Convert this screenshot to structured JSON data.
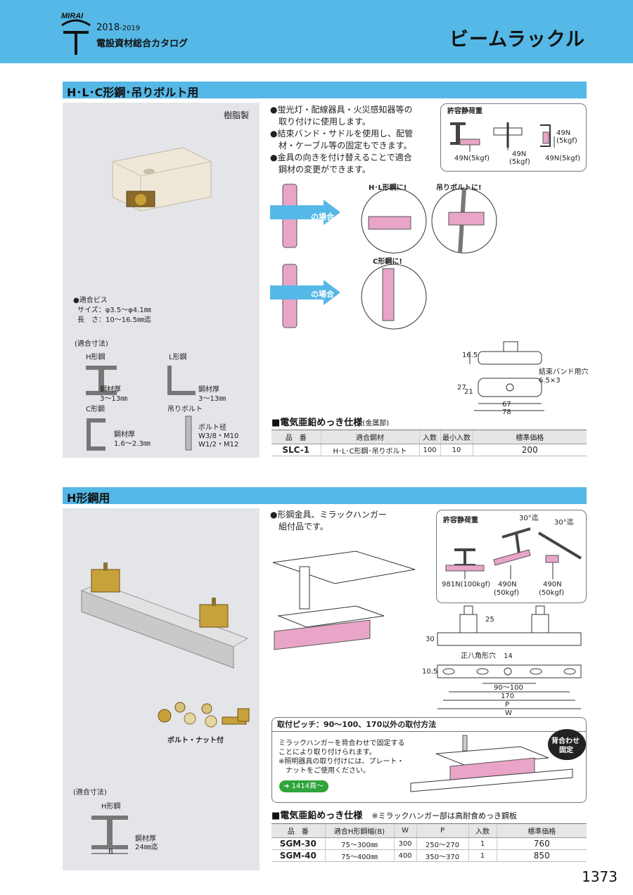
{
  "header": {
    "logo_text": "MIRAI",
    "year_main": "2018",
    "year_sub": "-2019",
    "catalog_name": "電設資材総合カタログ",
    "page_title": "ビームラックル"
  },
  "section1": {
    "title": "H･L･C形鋼･吊りボルト用",
    "material": "樹脂製",
    "features": [
      "●蛍光灯・配線器具・火災感知器等の",
      "　取り付けに使用します。",
      "●結束バンド・サドルを使用し、配管",
      "　材・ケーブル等の固定もできます。",
      "●金具の向きを付け替えることで適合",
      "　鋼材の変更ができます。"
    ],
    "load": {
      "title": "許容静荷重",
      "v1": "49N(5kgf)",
      "v2a": "49N",
      "v2b": "(5kgf)",
      "v3a": "49N",
      "v3b": "(5kgf)",
      "v4": "49N(5kgf)"
    },
    "usage": {
      "case_label": "の場合",
      "hl": "H･L形鋼に!",
      "bolt": "吊りボルトに!",
      "c": "C形鋼に!"
    },
    "screw": {
      "title": "●適合ビス",
      "size": "サイズ：φ3.5～φ4.1㎜",
      "length": "長　さ：10～16.5㎜迄"
    },
    "fit": {
      "title": "(適合寸法)",
      "h_label": "H形鋼",
      "h_thick1": "鋼材厚",
      "h_thick2": "3～13㎜",
      "l_label": "L形鋼",
      "l_thick1": "鋼材厚",
      "l_thick2": "3～13㎜",
      "c_label": "C形鋼",
      "c_thick1": "鋼材厚",
      "c_thick2": "1.6～2.3㎜",
      "bolt_label": "吊りボルト",
      "bolt_d1": "ボルト径",
      "bolt_d2": "W3/8・M10",
      "bolt_d3": "W1/2・M12"
    },
    "dims": {
      "h": "16.5",
      "band1": "結束バンド用穴",
      "band2": "6.5×3",
      "w1": "27",
      "w2": "21",
      "l1": "67",
      "l2": "78"
    },
    "spec": {
      "title": "■電気亜鉛めっき仕様",
      "title_sub": "(金属部)",
      "headers": [
        "品　番",
        "適合鋼材",
        "入数",
        "最小入数",
        "標準価格"
      ],
      "rows": [
        [
          "SLC-1",
          "H･L･C形鋼･吊りボルト",
          "100",
          "10",
          "200"
        ]
      ]
    }
  },
  "section2": {
    "title": "H形鋼用",
    "features": [
      "●形鋼金具、ミラックハンガー",
      "　組付品です。"
    ],
    "bolt_nut": "ボルト・ナット付",
    "load": {
      "title": "許容静荷重",
      "angle1": "30°迄",
      "angle2": "30°迄",
      "v1": "981N(100kgf)",
      "v2a": "490N",
      "v2b": "(50kgf)",
      "v3a": "490N",
      "v3b": "(50kgf)"
    },
    "dims": {
      "h25": "25",
      "h30": "30",
      "hole": "正八角形穴",
      "d14": "14",
      "h105": "10.5",
      "pitch": "90～100",
      "d170": "170",
      "p": "P",
      "w": "W"
    },
    "mount": {
      "title": "取付ピッチ：90～100、170以外の取付方法",
      "lines": [
        "ミラックハンガーを背合わせで固定する",
        "ことにより取り付けられます。",
        "※照明器具の取り付けには、プレート・",
        "　ナットをご使用ください。"
      ],
      "ref": "1414頁～",
      "badge1": "背合わせ",
      "badge2": "固定"
    },
    "fit": {
      "title": "(適合寸法)",
      "h_label": "H形鋼",
      "thick1": "鋼材厚",
      "thick2": "24㎜迄",
      "b": "B"
    },
    "spec": {
      "title": "■電気亜鉛めっき仕様",
      "note": "※ミラックハンガー部は高耐食めっき鋼板",
      "headers": [
        "品　番",
        "適合H形鋼幅(B)",
        "W",
        "P",
        "入数",
        "標準価格"
      ],
      "rows": [
        [
          "SGM-30",
          "75～300㎜",
          "300",
          "250～270",
          "1",
          "760"
        ],
        [
          "SGM-40",
          "75～400㎜",
          "400",
          "350～370",
          "1",
          "850"
        ]
      ]
    }
  },
  "page_number": "1373"
}
